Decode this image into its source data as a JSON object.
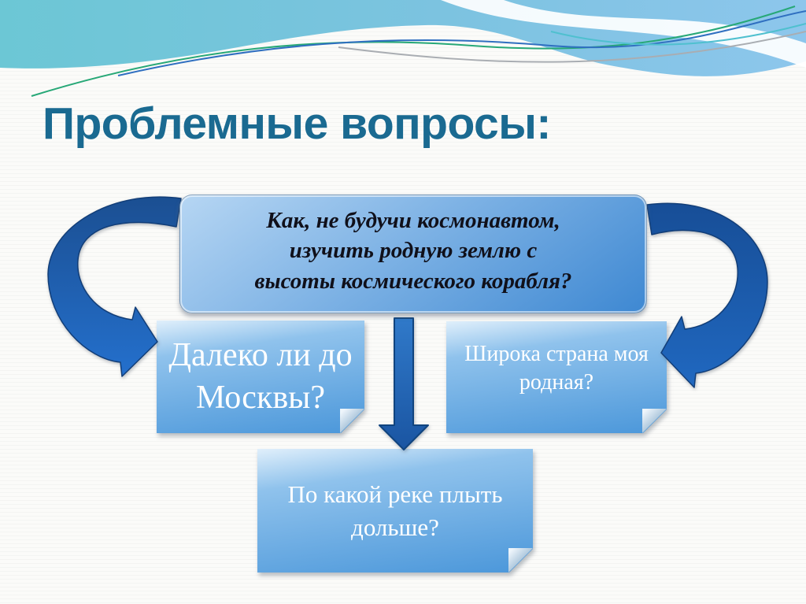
{
  "title": "Проблемные вопросы:",
  "diagram": {
    "main_box": {
      "text": "Как, не будучи космонавтом,\nизучить родную землю с\nвысоты космического корабля?"
    },
    "left_box": {
      "text": "Далеко ли до\nМосквы?"
    },
    "right_box": {
      "text": "Широка страна моя\nродная?"
    },
    "bottom_box": {
      "text": "По какой реке плыть\nдольше?"
    },
    "icons": {
      "left_arrow": "curved-arrow-left",
      "right_arrow": "curved-arrow-right",
      "down_arrow": "straight-arrow-down",
      "banner": "decorative-wave-banner"
    }
  },
  "colors": {
    "title_text": "#1a6a91",
    "main_box_text": "#10101a",
    "note_text": "#ffffff",
    "main_box_gradient_top": "#b6d6f3",
    "main_box_gradient_bottom": "#3e88d2",
    "note_gradient_top": "#e0effb",
    "note_gradient_bottom": "#4b97da",
    "arrow_dark": "#1b4f92",
    "arrow_bright": "#2470cd",
    "wave_teal": "#6cc7d5",
    "wave_blue": "#8dc6ec"
  }
}
